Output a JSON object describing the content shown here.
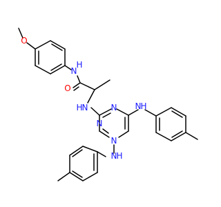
{
  "molecule": {
    "atoms": {
      "o_methoxy": "O",
      "nh_amide": "N",
      "h_amide": "H",
      "o_carbonyl": "O",
      "nh_link": "N",
      "h_link": "H",
      "n_ring_top": "N",
      "n_ring_left": "N",
      "n_ring_bottom": "N",
      "nh_right": "N",
      "h_right": "H",
      "nh_bottom": "N",
      "h_bottom": "H"
    },
    "colors": {
      "bond": "#000000",
      "nitrogen": "#1a1aff",
      "oxygen": "#ff0000"
    }
  }
}
